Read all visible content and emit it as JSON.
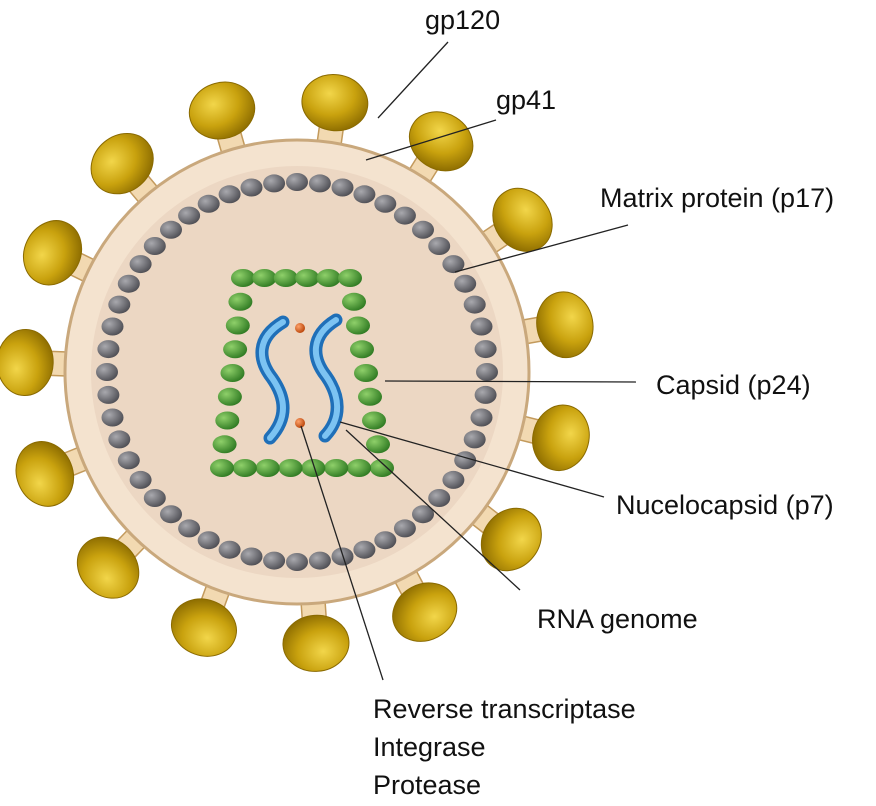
{
  "labels": {
    "gp120": "gp120",
    "gp41": "gp41",
    "matrix": "Matrix protein (p17)",
    "capsid": "Capsid (p24)",
    "nucleocapsid": "Nucelocapsid (p7)",
    "rna": "RNA genome",
    "enzymes": [
      "Reverse transcriptase",
      "Integrase",
      "Protease"
    ]
  },
  "colors": {
    "envelope_fill": "#f4e3cf",
    "envelope_stroke": "#c9a87c",
    "interior": "#ecd7c3",
    "matrix_bead": "#6f6f74",
    "capsid_bead": "#4f9a3a",
    "rna": "#3a8fd6",
    "enzyme": "#d95a1a",
    "gp120": "#c9a20e",
    "gp41": "#f1d5a8"
  }
}
